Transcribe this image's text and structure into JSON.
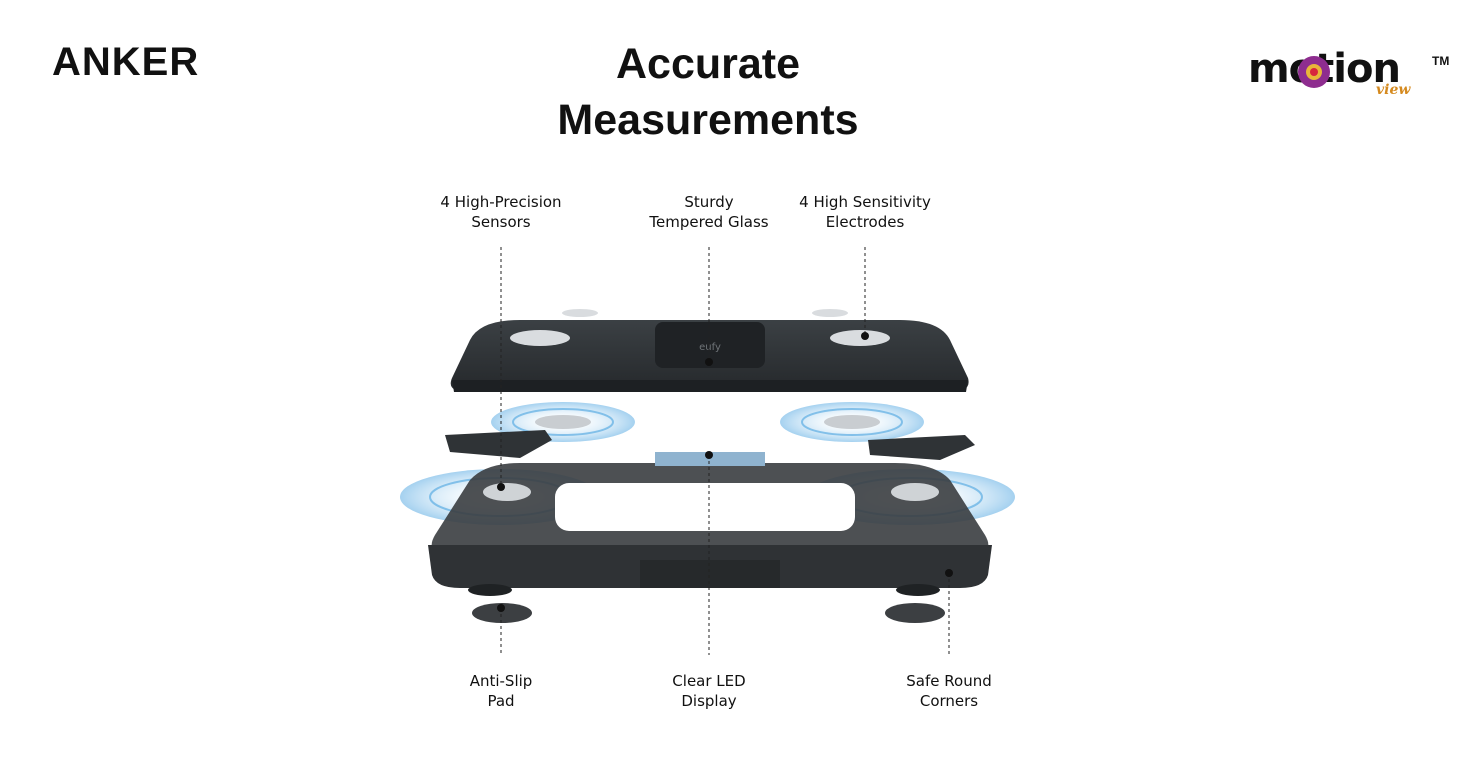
{
  "brand": {
    "left_logo": "ANKER",
    "right_logo": "motion",
    "right_logo_sub": "view",
    "right_logo_tm": "TM"
  },
  "title": {
    "line1": "Accurate",
    "line2": "Measurements"
  },
  "labels": {
    "sensors": {
      "line1": "4 High-Precision",
      "line2": "Sensors"
    },
    "glass": {
      "line1": "Sturdy",
      "line2": "Tempered Glass"
    },
    "electrodes": {
      "line1": "4 High Sensitivity",
      "line2": "Electrodes"
    },
    "pad": {
      "line1": "Anti-Slip",
      "line2": "Pad"
    },
    "display": {
      "line1": "Clear LED",
      "line2": "Display"
    },
    "corners": {
      "line1": "Safe Round",
      "line2": "Corners"
    }
  },
  "device": {
    "logo_text": "eufy"
  },
  "colors": {
    "glass": "#2f3336",
    "frame": "#3a3d40",
    "wave": "#4aa3e0",
    "accent": "#d58a1f"
  }
}
